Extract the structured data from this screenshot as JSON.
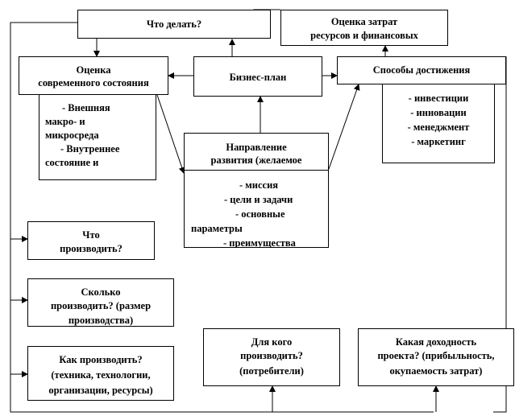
{
  "boxes": {
    "what_to_do": "Что делать?",
    "cost_assessment": [
      "Оценка затрат",
      "ресурсов и финансовых"
    ],
    "current_state": [
      "Оценка",
      "современного состояния"
    ],
    "current_state_items": [
      "- Внешняя",
      "макро- и",
      "микросреда",
      "- Внутреннее",
      "состояние и"
    ],
    "business_plan": "Бизнес-план",
    "ways": "Способы достижения",
    "ways_items": [
      "- инвестиции",
      "- инновации",
      "- менеджмент",
      "- маркетинг"
    ],
    "direction": [
      "Направление",
      "развития (желаемое"
    ],
    "direction_items": [
      "- миссия",
      "- цели и задачи",
      "- основные",
      "параметры",
      "- преимущества"
    ],
    "what_produce": [
      "Что",
      "производить?"
    ],
    "how_much": [
      "Сколько",
      "производить? (размер",
      "производства)"
    ],
    "how_produce": [
      "Как производить?",
      "(техника, технологии,",
      "организации, ресурсы)"
    ],
    "for_whom": [
      "Для кого",
      "производить?",
      "(потребители)"
    ],
    "profitability": [
      "Какая доходность",
      "проекта? (прибыльность,",
      "окупаемость затрат)"
    ]
  }
}
